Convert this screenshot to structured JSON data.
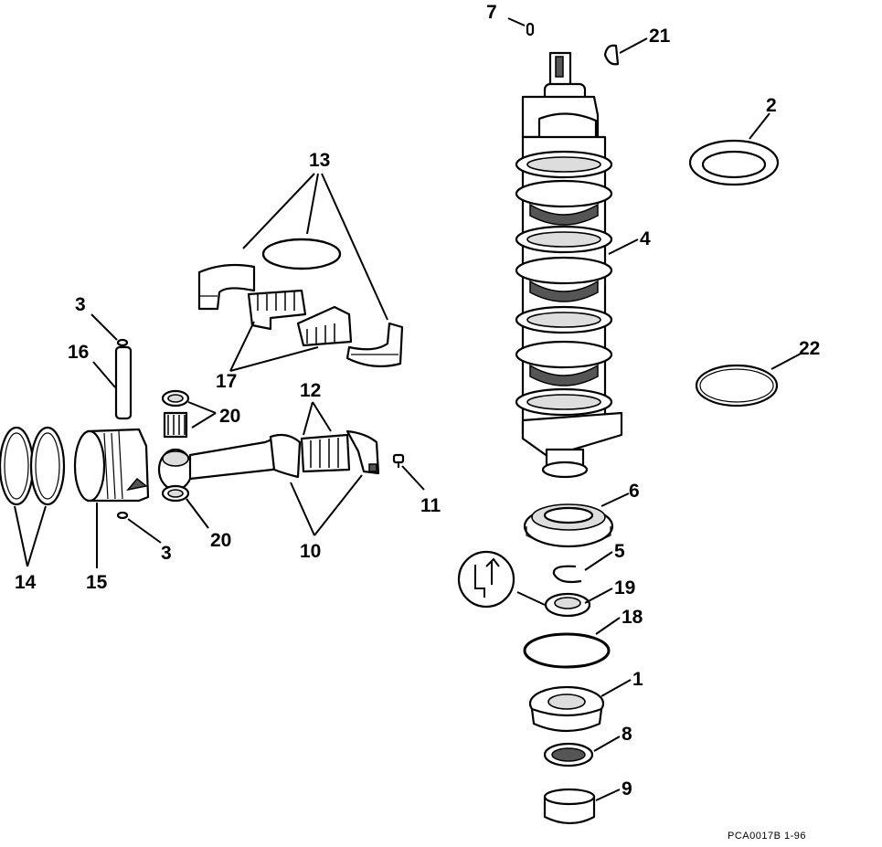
{
  "diagram": {
    "callouts": {
      "c1": "1",
      "c2": "2",
      "c3a": "3",
      "c3b": "3",
      "c4": "4",
      "c5": "5",
      "c6": "6",
      "c7": "7",
      "c8": "8",
      "c9": "9",
      "c10": "10",
      "c11": "11",
      "c12": "12",
      "c13": "13",
      "c14": "14",
      "c15": "15",
      "c16": "16",
      "c17": "17",
      "c18": "18",
      "c19": "19",
      "c20a": "20",
      "c20b": "20",
      "c21": "21",
      "c22": "22"
    },
    "drawing_code": "PCA0017B   1-96"
  }
}
